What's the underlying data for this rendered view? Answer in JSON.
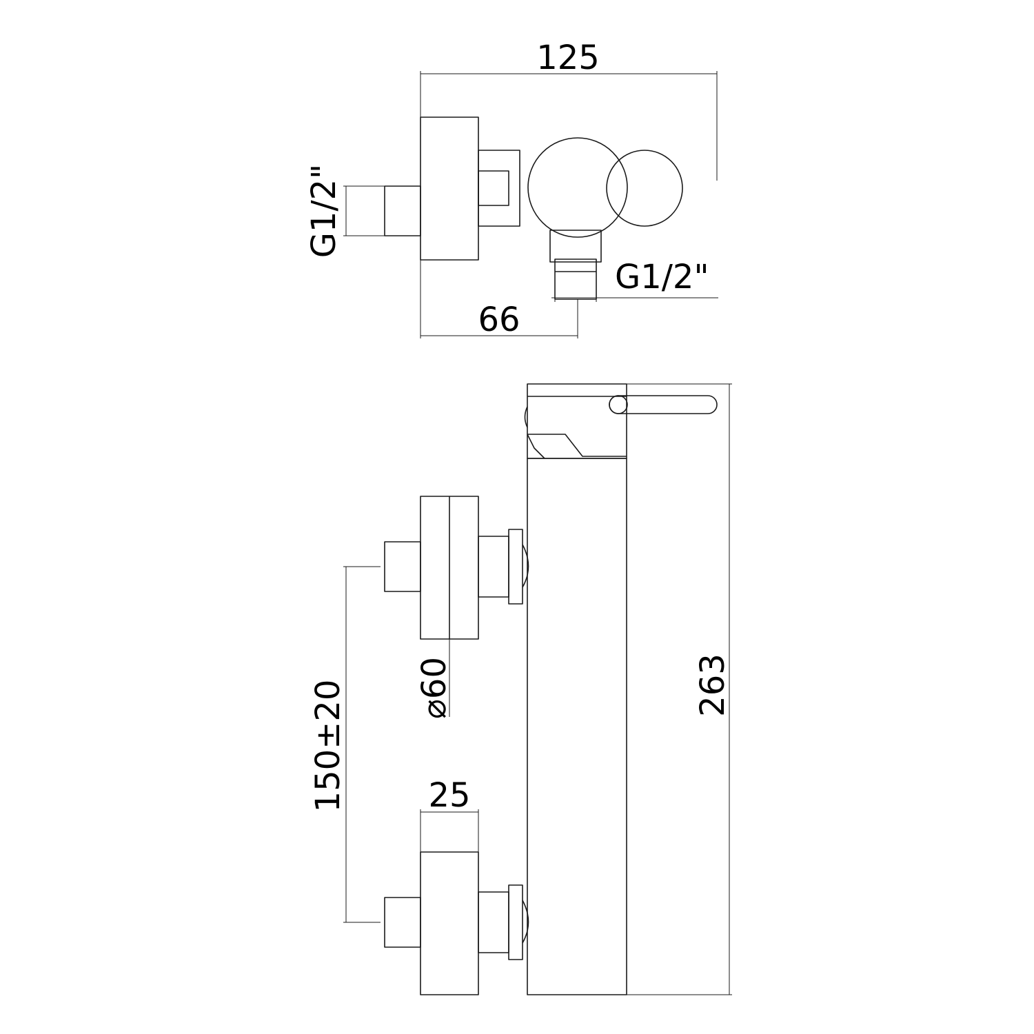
{
  "dimensions": {
    "top_width": "125",
    "top_offset": "66",
    "inlet_thread": "G1/2\"",
    "outlet_thread": "G1/2\"",
    "height": "263",
    "centers": "150±20",
    "diameter": "⌀60",
    "depth": "25"
  },
  "colors": {
    "line": "#1a1a1a",
    "text": "#000000",
    "background": "#ffffff"
  }
}
